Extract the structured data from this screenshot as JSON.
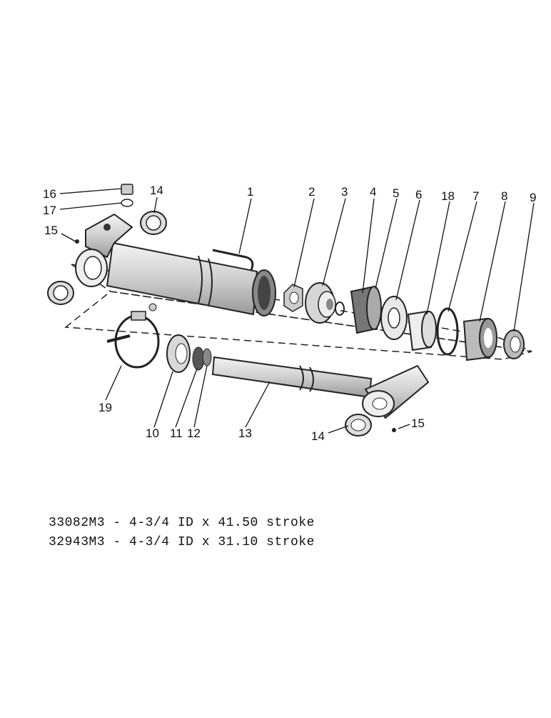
{
  "callouts": {
    "c1": "1",
    "c2": "2",
    "c3": "3",
    "c4": "4",
    "c5": "5",
    "c6": "6",
    "c18": "18",
    "c7": "7",
    "c8": "8",
    "c9": "9",
    "c16": "16",
    "c17": "17",
    "c14a": "14",
    "c15a": "15",
    "c19": "19",
    "c10": "10",
    "c11": "11",
    "c12": "12",
    "c13": "13",
    "c14b": "14",
    "c15b": "15"
  },
  "captions": [
    "33082M3 - 4-3/4 ID x 41.50 stroke",
    "32943M3 - 4-3/4 ID x 31.10 stroke"
  ]
}
